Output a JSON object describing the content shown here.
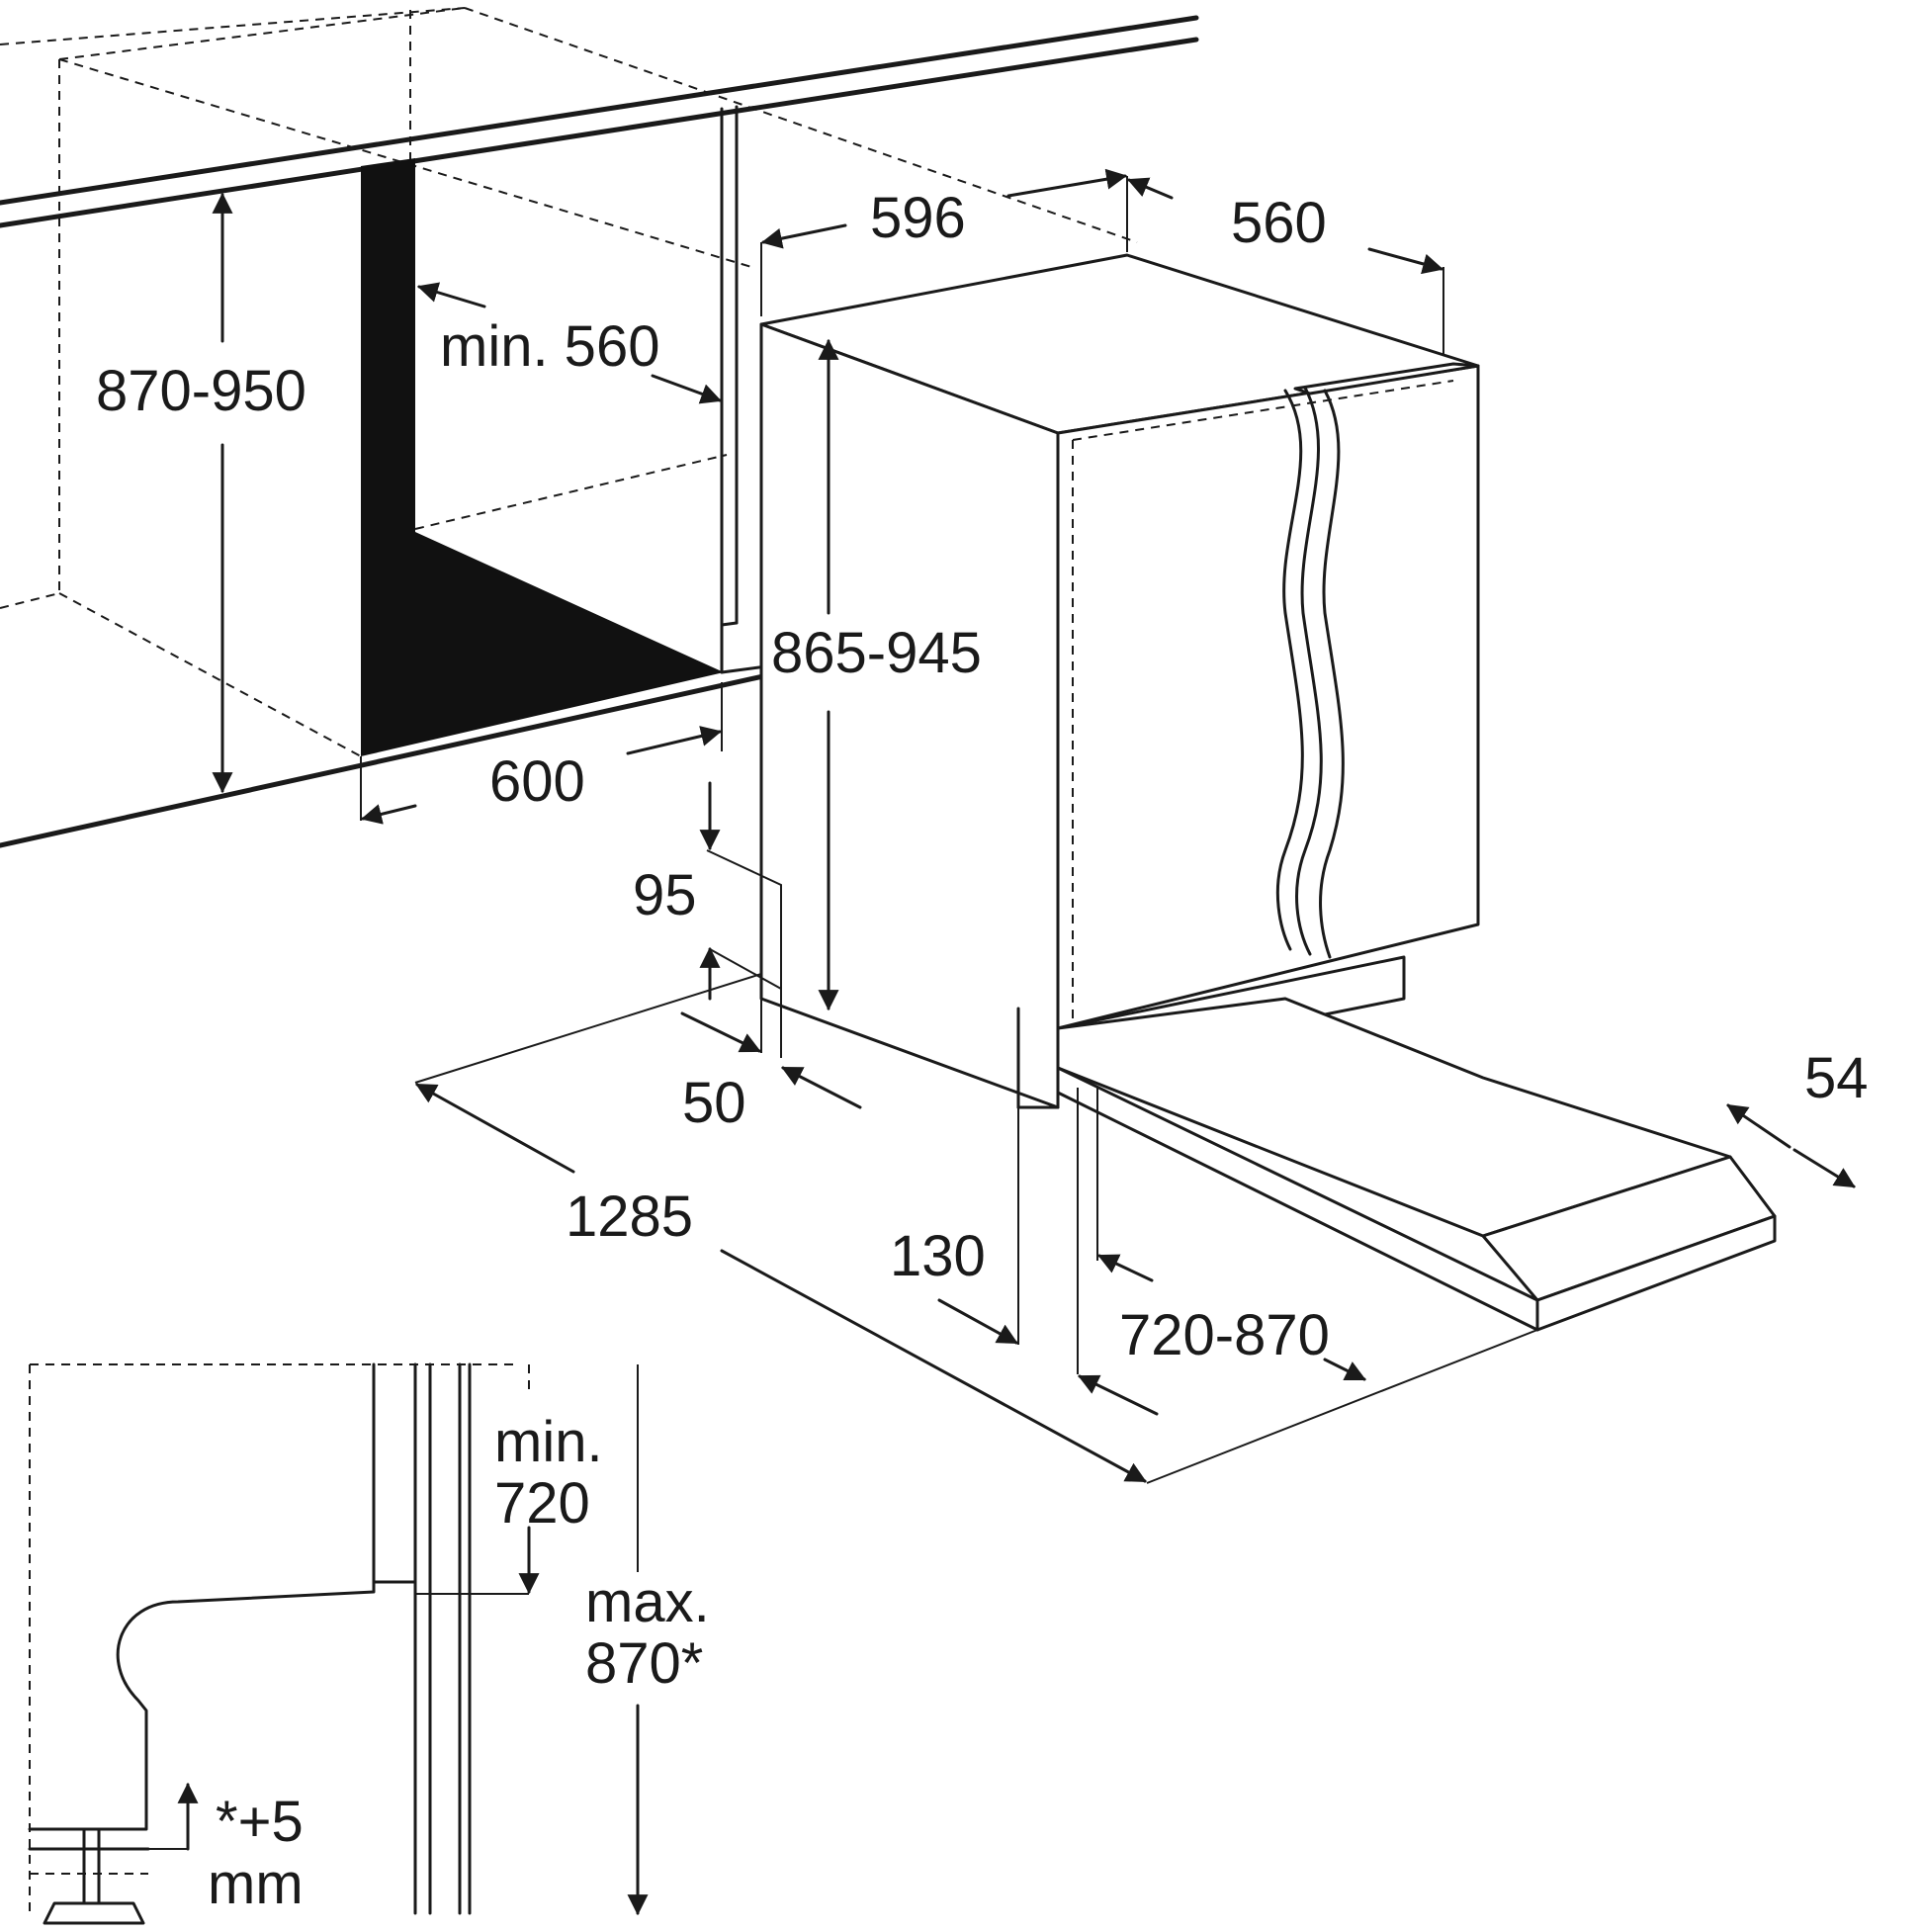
{
  "diagram": {
    "labels": {
      "dim_596": "596",
      "dim_560_top": "560",
      "dim_min_560": "min. 560",
      "dim_870_950": "870-950",
      "dim_865_945": "865-945",
      "dim_600": "600",
      "dim_95": "95",
      "dim_50": "50",
      "dim_54": "54",
      "dim_1285": "1285",
      "dim_130": "130",
      "dim_720_870": "720-870"
    },
    "inset_labels": {
      "min_line1": "min.",
      "min_line2": "720",
      "max_line1": "max.",
      "max_line2": "870*",
      "adj_line1": "*+5",
      "adj_line2": "mm"
    }
  }
}
